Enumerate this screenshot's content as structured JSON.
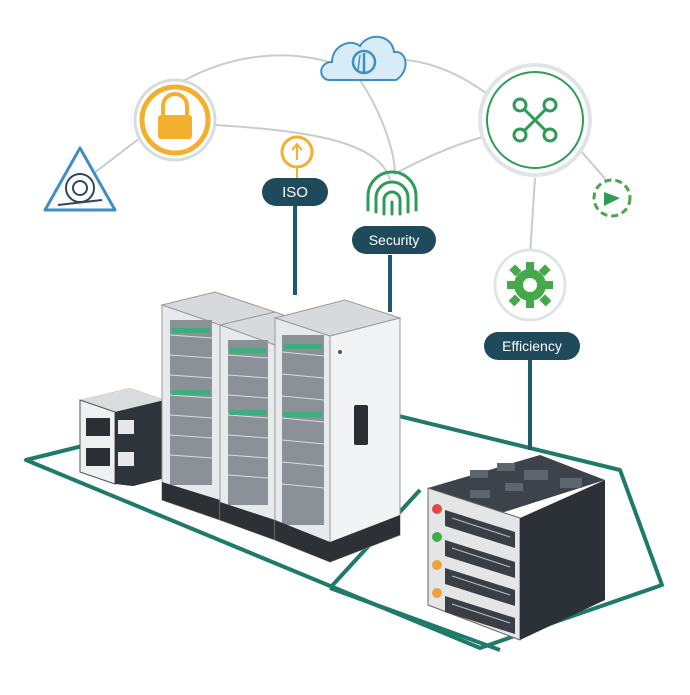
{
  "labels": {
    "iso": "ISO",
    "security": "Security",
    "efficiency": "Efficiency"
  },
  "colors": {
    "floor_line": "#1f7a6a",
    "callout_pill": "#1e4a5c",
    "lock_ring": "#f2b02c",
    "cloud_fill": "#d8ecf7",
    "cloud_stroke": "#3f8fc4",
    "network_ring": "#2e9b57",
    "gear_green": "#45a84b",
    "fingerprint_green": "#2e9b57",
    "connector_gray": "#c8ccce",
    "rack_panel": "#e7eaec",
    "rack_led_green": "#3fae7e",
    "server_dark": "#2c3138"
  },
  "icons": [
    "lock-icon",
    "cloud-icon",
    "network-nodes-icon",
    "warning-triangle-icon",
    "bulb-icon",
    "fingerprint-icon",
    "gear-icon",
    "shield-gear-icon"
  ]
}
